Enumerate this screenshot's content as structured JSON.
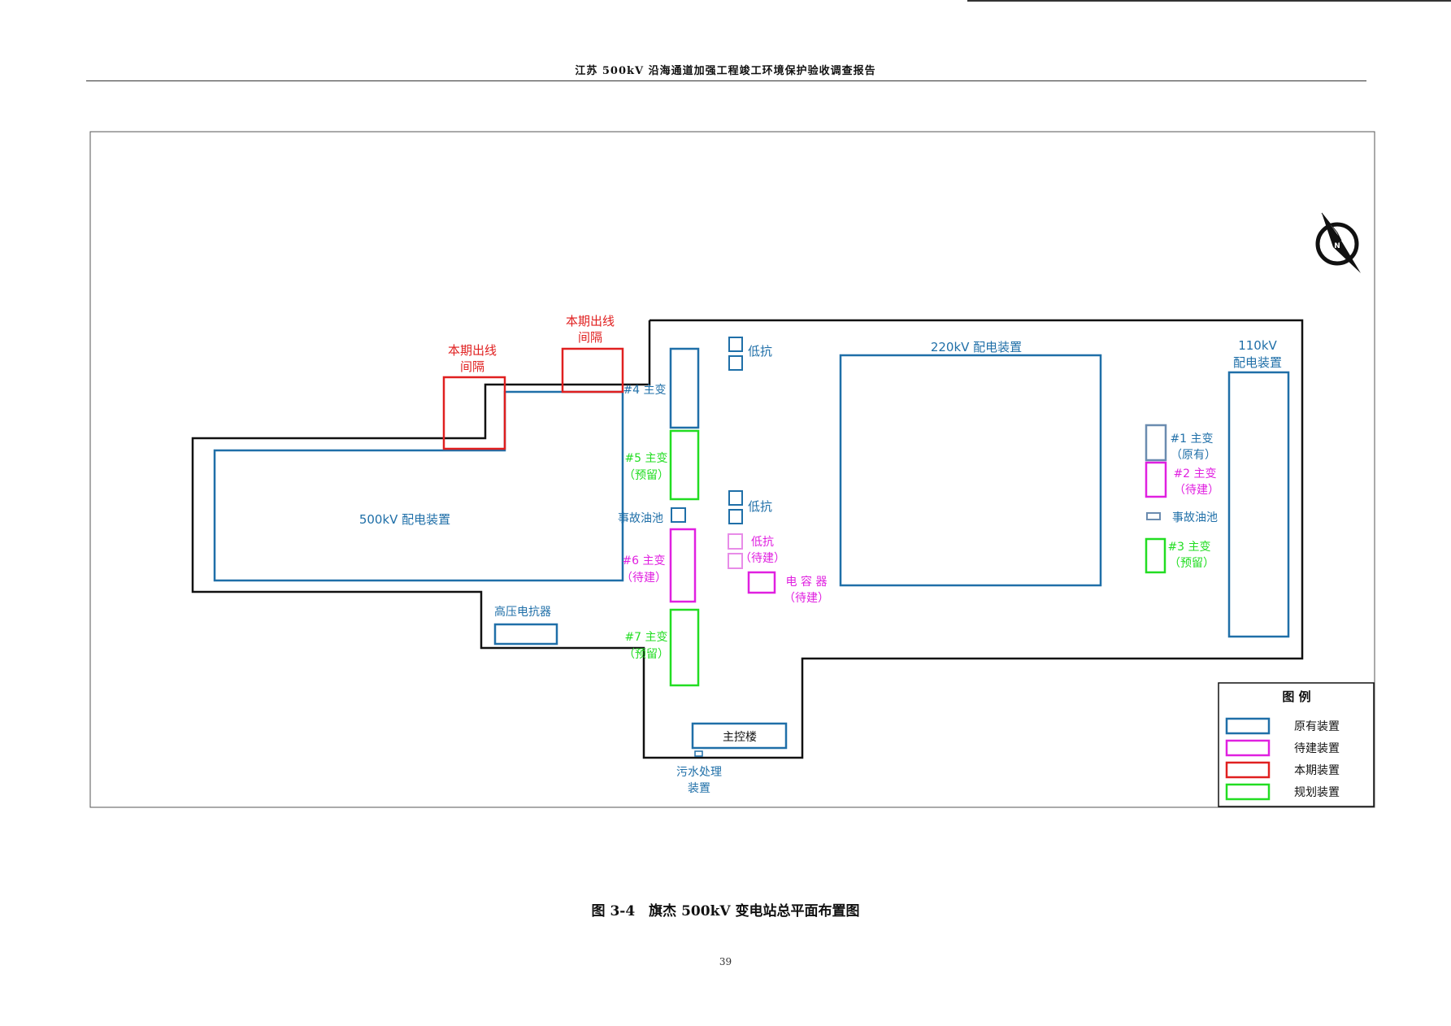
{
  "header": {
    "title": "江苏 500kV 沿海通道加强工程竣工环境保护验收调查报告"
  },
  "labels": {
    "bay1": [
      "本期出线",
      "间隔"
    ],
    "bay2": [
      "本期出线",
      "间隔"
    ],
    "dist500": "500kV 配电装置",
    "dist220": "220kV 配电装置",
    "dist110": [
      "110kV",
      "配电装置"
    ],
    "t4": "#4 主变",
    "t5": [
      "#5 主变",
      "（预留）"
    ],
    "t6": [
      "#6 主变",
      "（待建）"
    ],
    "t7": [
      "#7 主变",
      "（预留）"
    ],
    "t1": [
      "#1 主变",
      "（原有）"
    ],
    "t2": [
      "#2 主变",
      "（待建）"
    ],
    "t3": [
      "#3 主变",
      "（预留）"
    ],
    "oil_left": "事故油池",
    "oil_right": "事故油池",
    "reactor_top": "低抗",
    "reactor_mid": "低抗",
    "reactor_pending": [
      "低抗",
      "（待建）"
    ],
    "capacitor": [
      "电 容 器",
      "（待建）"
    ],
    "hv_reactor": "高压电抗器",
    "control": "主控楼",
    "sewage": [
      "污水处理",
      "装置"
    ],
    "compass_n": "N"
  },
  "legend": {
    "title": "图 例",
    "items": [
      {
        "label": "原有装置",
        "color": "#1f6fa8"
      },
      {
        "label": "待建装置",
        "color": "#e020e0"
      },
      {
        "label": "本期装置",
        "color": "#e02020"
      },
      {
        "label": "规划装置",
        "color": "#22dd22"
      }
    ]
  },
  "colors": {
    "existing": "#1f6fa8",
    "pending": "#e020e0",
    "pending_light": "#e88ce8",
    "current": "#e02020",
    "planned": "#22dd22",
    "outline": "#111111",
    "existing_grey": "#6b8cb0"
  },
  "caption": "图 3-4　旗杰 500kV 变电站总平面布置图",
  "page_number": "39"
}
